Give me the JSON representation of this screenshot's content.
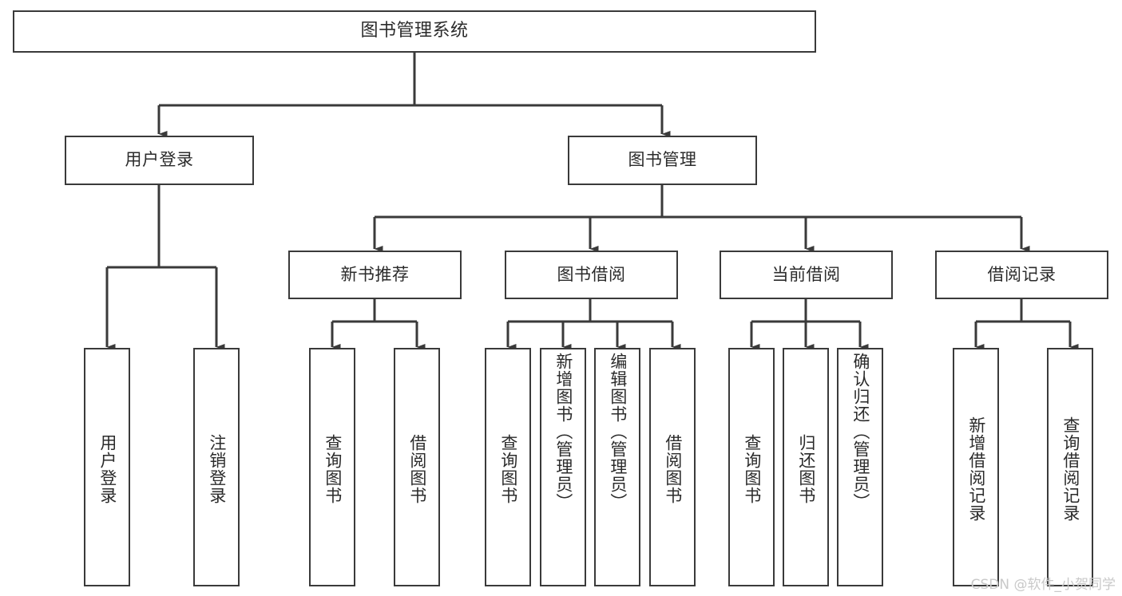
{
  "diagram": {
    "type": "tree",
    "title": "图书管理系统",
    "watermark": "CSDN @软件_小贺同学",
    "colors": {
      "box_border": "#3a3a3a",
      "box_fill": "#ffffff",
      "connector": "#3a3a3a",
      "text": "#2b2b2b",
      "watermark": "#c9c9c9",
      "background": "#ffffff"
    },
    "nodes": {
      "root": {
        "label": "图书管理系统"
      },
      "level2": [
        {
          "id": "user-login",
          "label": "用户登录"
        },
        {
          "id": "book-manage",
          "label": "图书管理"
        }
      ],
      "level3": [
        {
          "id": "new-book-recommend",
          "label": "新书推荐"
        },
        {
          "id": "book-borrow",
          "label": "图书借阅"
        },
        {
          "id": "current-borrow",
          "label": "当前借阅"
        },
        {
          "id": "borrow-record",
          "label": "借阅记录"
        }
      ],
      "leaves": {
        "user-login": [
          {
            "id": "leaf-user-login",
            "label": "用户登录"
          },
          {
            "id": "leaf-logout-login",
            "label": "注销登录"
          }
        ],
        "new-book-recommend": [
          {
            "id": "leaf-query-book-1",
            "label": "查询图书"
          },
          {
            "id": "leaf-borrow-book-1",
            "label": "借阅图书"
          }
        ],
        "book-borrow": [
          {
            "id": "leaf-query-book-2",
            "label": "查询图书"
          },
          {
            "id": "leaf-add-book-admin",
            "label": "新增图书（管理员）"
          },
          {
            "id": "leaf-edit-book-admin",
            "label": "编辑图书（管理员）"
          },
          {
            "id": "leaf-borrow-book-2",
            "label": "借阅图书"
          }
        ],
        "current-borrow": [
          {
            "id": "leaf-query-book-3",
            "label": "查询图书"
          },
          {
            "id": "leaf-return-book",
            "label": "归还图书"
          },
          {
            "id": "leaf-confirm-return-admin",
            "label": "确认归还（管理员）"
          }
        ],
        "borrow-record": [
          {
            "id": "leaf-add-borrow-record",
            "label": "新增借阅记录"
          },
          {
            "id": "leaf-query-borrow-record",
            "label": "查询借阅记录"
          }
        ]
      }
    }
  }
}
